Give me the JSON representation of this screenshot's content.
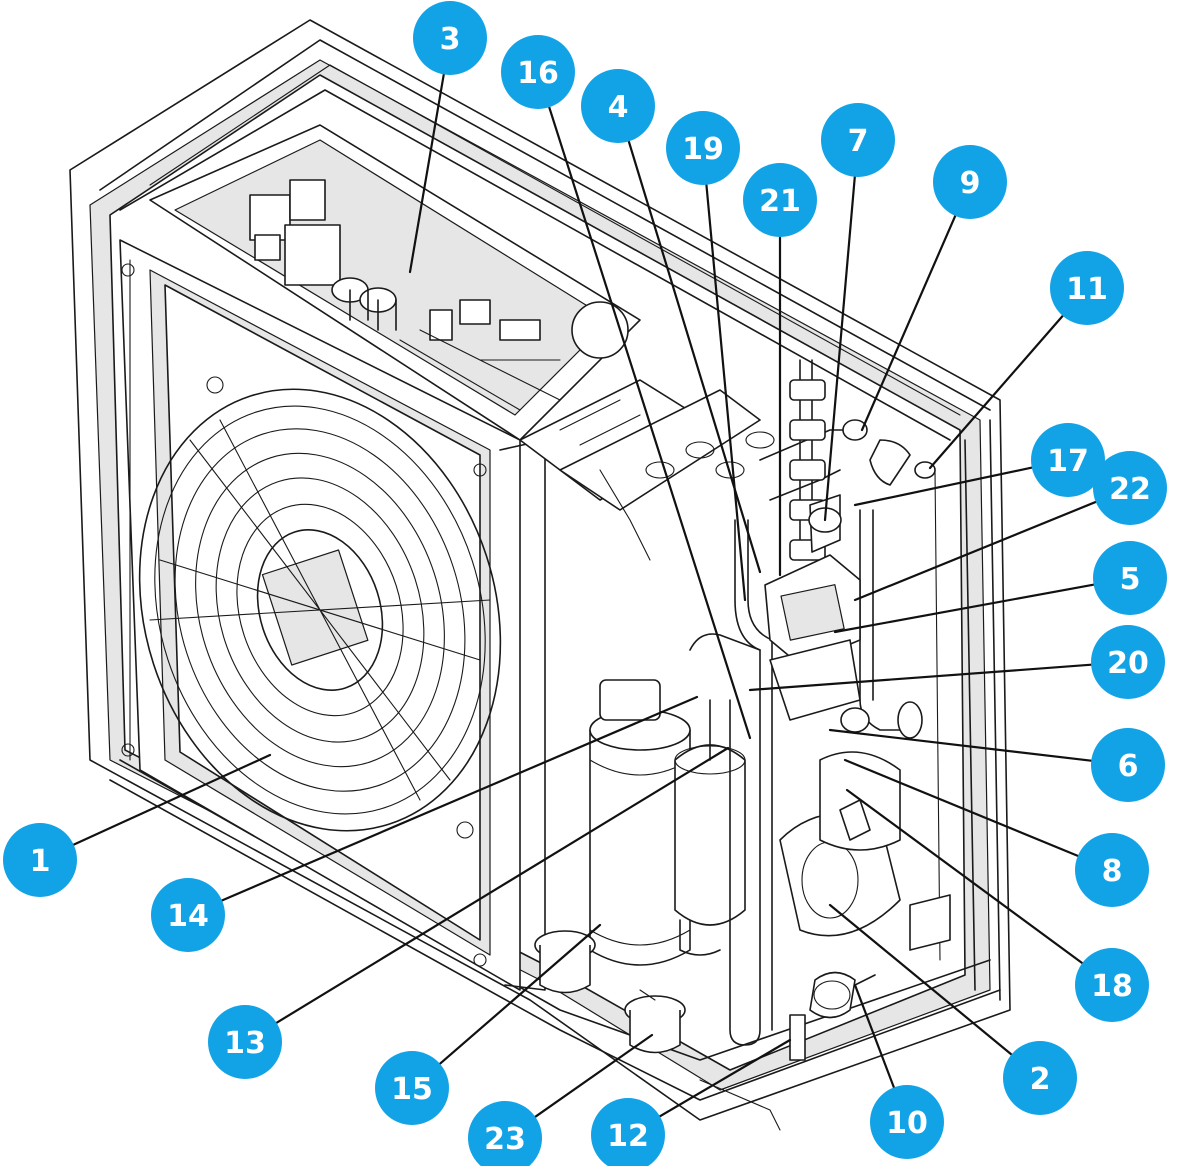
{
  "colors": {
    "callout_fill": "#12A3E6",
    "callout_text": "#ffffff",
    "line_art": "#1a1a1a"
  },
  "callouts": [
    {
      "id": "1",
      "label": "1"
    },
    {
      "id": "2",
      "label": "2"
    },
    {
      "id": "3",
      "label": "3"
    },
    {
      "id": "4",
      "label": "4"
    },
    {
      "id": "5",
      "label": "5"
    },
    {
      "id": "6",
      "label": "6"
    },
    {
      "id": "7",
      "label": "7"
    },
    {
      "id": "8",
      "label": "8"
    },
    {
      "id": "9",
      "label": "9"
    },
    {
      "id": "10",
      "label": "10"
    },
    {
      "id": "11",
      "label": "11"
    },
    {
      "id": "12",
      "label": "12"
    },
    {
      "id": "13",
      "label": "13"
    },
    {
      "id": "14",
      "label": "14"
    },
    {
      "id": "15",
      "label": "15"
    },
    {
      "id": "16",
      "label": "16"
    },
    {
      "id": "17",
      "label": "17"
    },
    {
      "id": "18",
      "label": "18"
    },
    {
      "id": "19",
      "label": "19"
    },
    {
      "id": "20",
      "label": "20"
    },
    {
      "id": "21",
      "label": "21"
    },
    {
      "id": "22",
      "label": "22"
    },
    {
      "id": "23",
      "label": "23"
    }
  ]
}
